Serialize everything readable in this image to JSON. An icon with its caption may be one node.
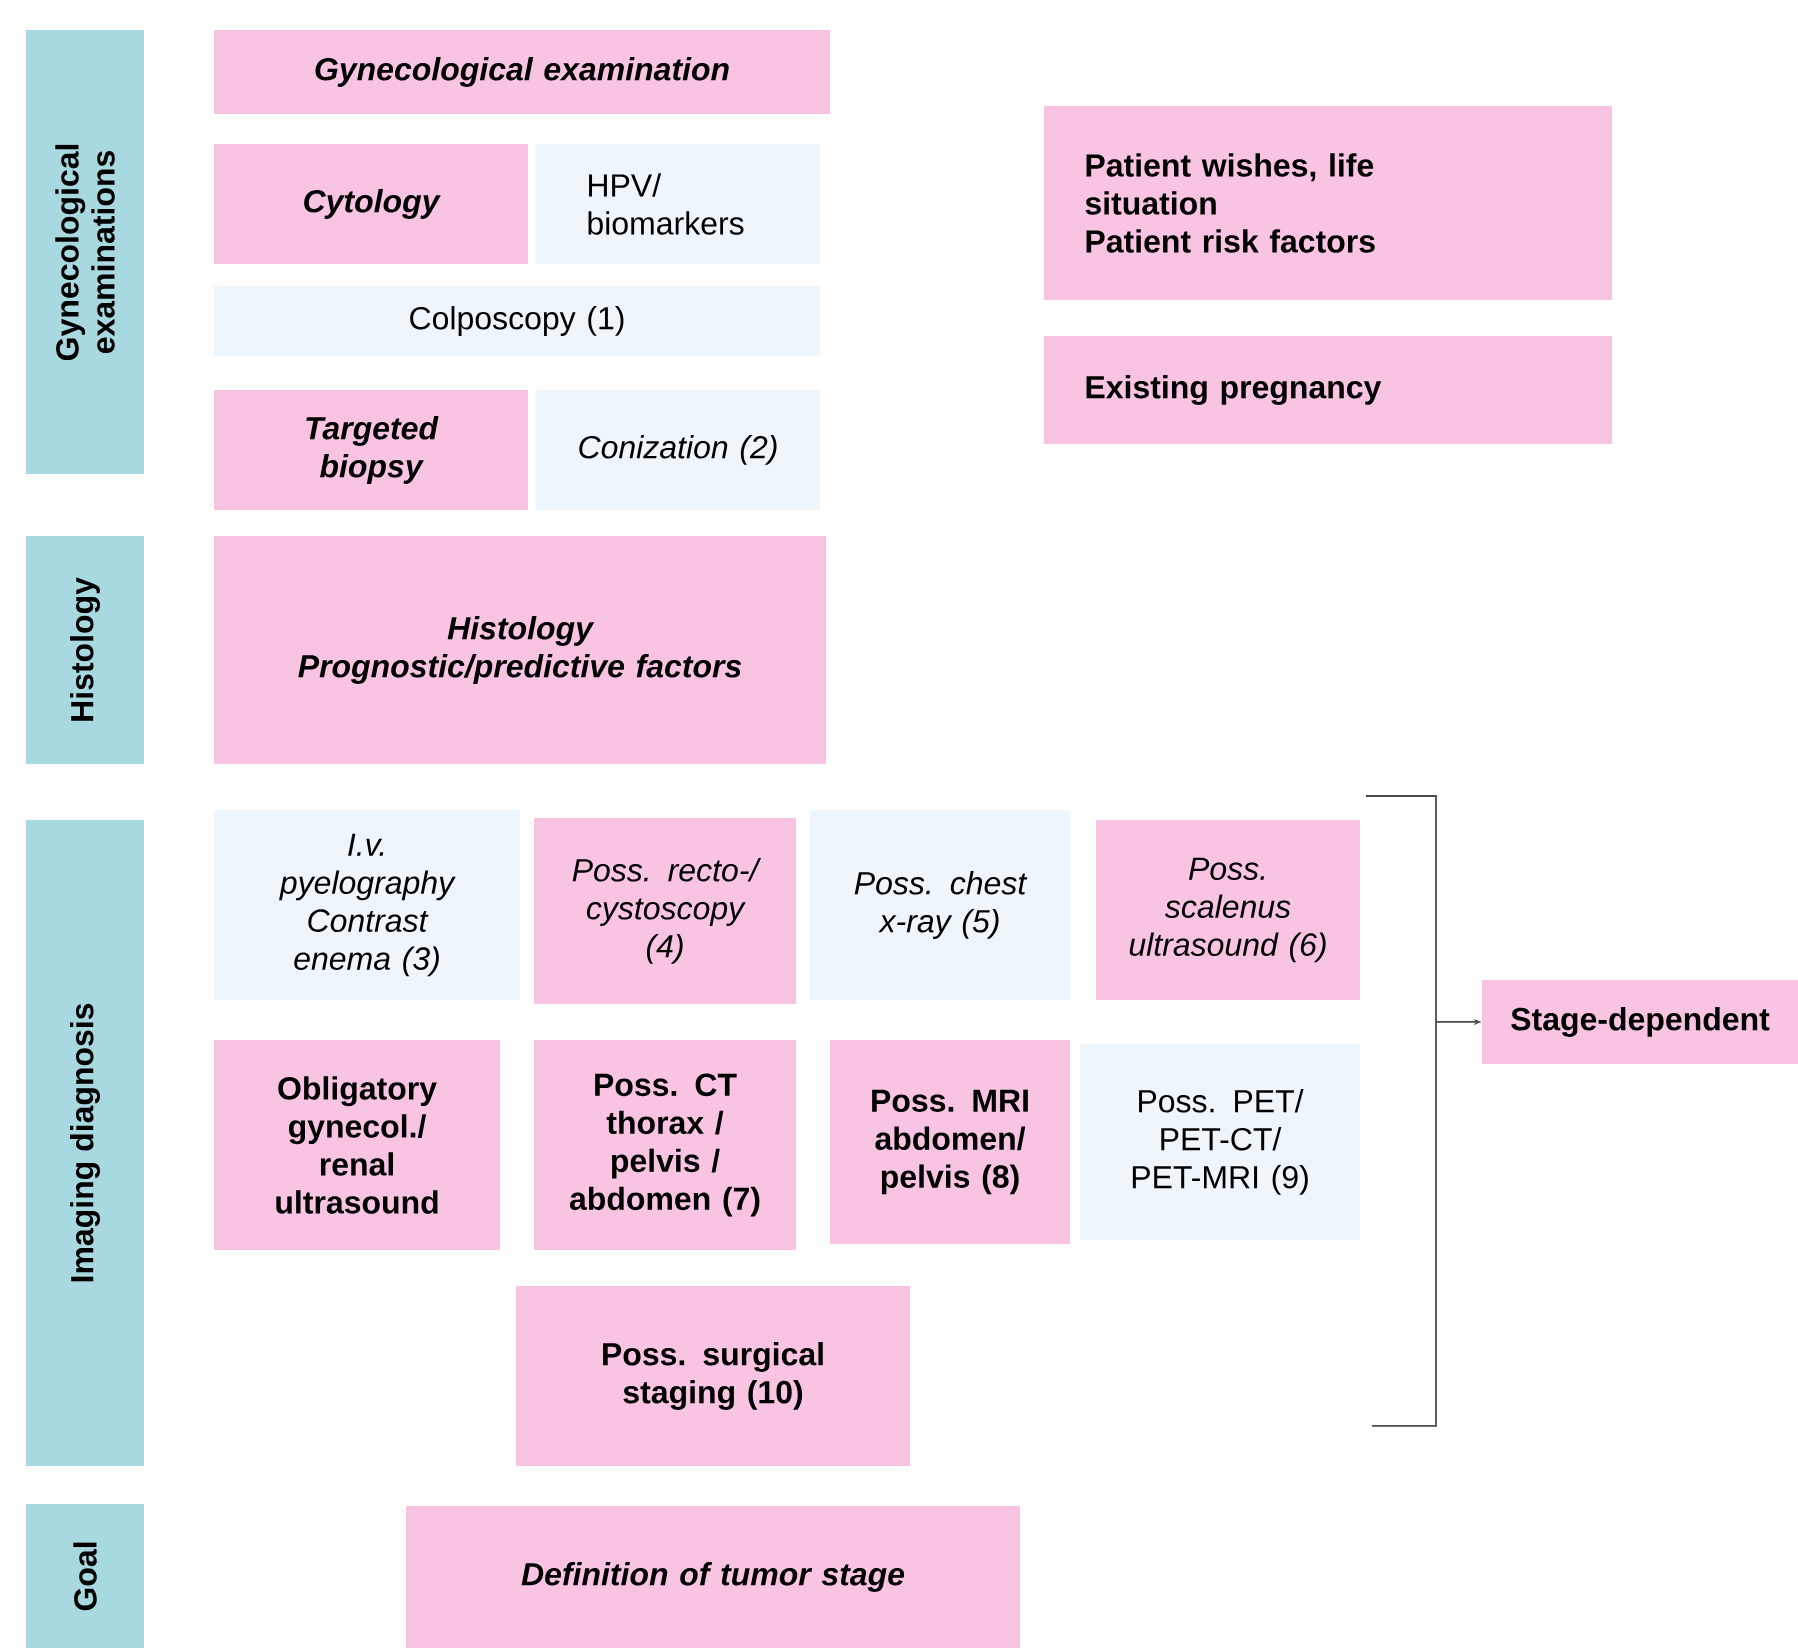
{
  "diagram": {
    "nodes": [
      {
        "text": [
          "Gynecological examinations"
        ]
      },
      {
        "text": [
          "Gynecological examination"
        ]
      },
      {
        "text": [
          "Cytology"
        ]
      },
      {
        "text": [
          "HPV/ biomarkers"
        ]
      },
      {
        "text": [
          "Colposcopy (1)"
        ]
      },
      {
        "text": [
          "Targeted biopsy"
        ]
      },
      {
        "text": [
          "Conization (2)"
        ]
      },
      {
        "text": [
          "Patient wishes, life situation",
          "Patient risk factors"
        ]
      },
      {
        "text": [
          "Existing pregnancy"
        ]
      },
      {
        "text": [
          "Histology"
        ]
      },
      {
        "text": [
          "Histology",
          "Prognostic/predictive factors"
        ]
      },
      {
        "text": [
          "Imaging diagnosis"
        ]
      },
      {
        "text": [
          "I.v. pyelography Contrast enema (3)"
        ]
      },
      {
        "text": [
          "Poss. recto-/ cystoscopy (4)"
        ]
      },
      {
        "text": [
          "Poss. chest x-ray (5)"
        ]
      },
      {
        "text": [
          "Poss. scalenus ultrasound (6)"
        ]
      },
      {
        "text": [
          "Obligatory gynecol./ renal ultrasound"
        ]
      },
      {
        "text": [
          "Poss. CT thorax / pelvis / abdomen (7)"
        ]
      },
      {
        "text": [
          "Poss. MRI abdomen/ pelvis (8)"
        ]
      },
      {
        "text": [
          "Poss. PET/ PET-CT/ PET-MRI (9)"
        ]
      },
      {
        "text": [
          "Poss. surgical staging (10)"
        ]
      },
      {
        "text": [
          "Stage-dependent"
        ]
      },
      {
        "text": [
          "Goal"
        ]
      },
      {
        "text": [
          "Definition of tumor stage"
        ]
      },
      {
        "text": [],
        "shape": "bracket"
      }
    ],
    "edges": [
      {
        "from": 24,
        "to": 21,
        "arrow": "to"
      }
    ]
  }
}
